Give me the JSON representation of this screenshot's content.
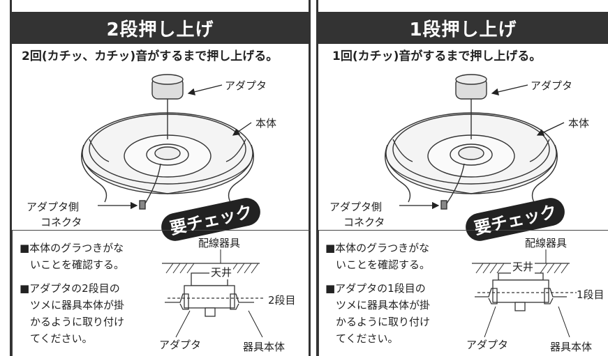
{
  "left": {
    "title": "2段押し上げ",
    "instruction": "2回(カチッ、カチッ)音がするまで押し上げる。",
    "adapter_label": "アダプタ",
    "body_label": "本体",
    "connector_label_1": "アダプタ側",
    "connector_label_2": "コネクタ",
    "check_badge": "要チェック",
    "check1_lines": [
      "■本体のグラつきがな",
      "いことを確認する。"
    ],
    "check2_lines": [
      "■アダプタの2段目の",
      "ツメに器具本体が掛",
      "かるように取り付け",
      "てください。"
    ],
    "diagram": {
      "wiring": "配線器具",
      "ceiling": "天井",
      "stage": "2段目",
      "adapter": "アダプタ",
      "fixture": "器具本体"
    }
  },
  "right": {
    "title": "1段押し上げ",
    "instruction": "1回(カチッ)音がするまで押し上げる。",
    "adapter_label": "アダプタ",
    "body_label": "本体",
    "connector_label_1": "アダプタ側",
    "connector_label_2": "コネクタ",
    "check_badge": "要チェック",
    "check1_lines": [
      "■本体のグラつきがな",
      "いことを確認する。"
    ],
    "check2_lines": [
      "■アダプタの1段目の",
      "ツメに器具本体が掛",
      "かるように取り付け",
      "てください。"
    ],
    "diagram": {
      "wiring": "配線器具",
      "ceiling": "天井",
      "stage": "1段目",
      "adapter": "アダプタ",
      "fixture": "器具本体"
    }
  },
  "colors": {
    "header_bg": "#333333",
    "badge_fill": "#222222"
  }
}
